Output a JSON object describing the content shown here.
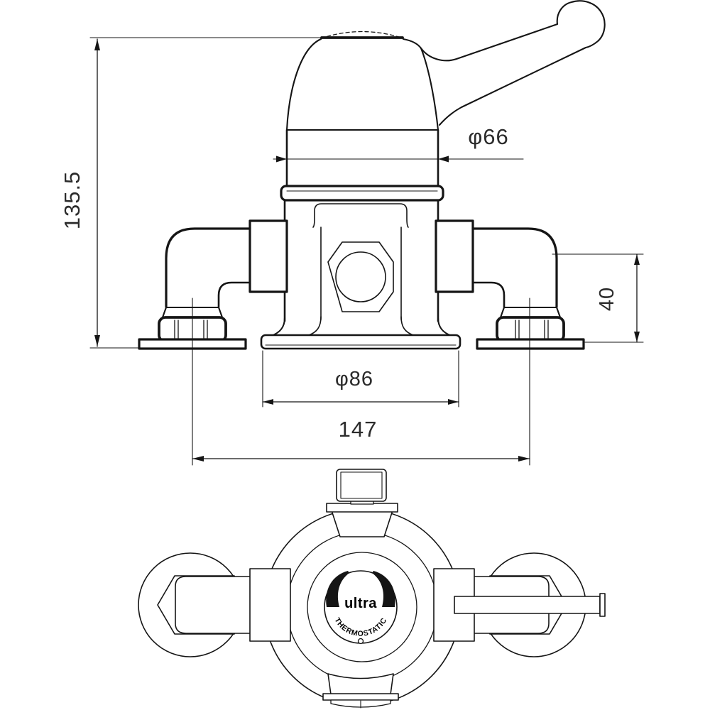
{
  "drawing": {
    "labels": {
      "dim_height": "135.5",
      "dim_knob_dia": "φ66",
      "dim_depth": "40",
      "dim_plate_dia": "φ86",
      "dim_centres": "147"
    },
    "branding": {
      "logo": "ultra",
      "series": "THERMOSTATIC"
    },
    "colors": {
      "ink": "#151515",
      "paper": "#ffffff"
    }
  }
}
